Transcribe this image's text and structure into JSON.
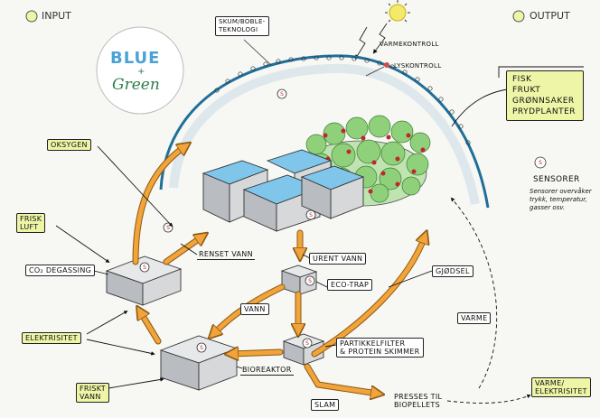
{
  "legend": {
    "input": "INPUT",
    "output": "OUTPUT"
  },
  "logo": {
    "blue": "BLUE",
    "plus": "+",
    "green": "Green"
  },
  "dome_label": [
    "SKUM/BOBLE-",
    "TEKNOLOGI"
  ],
  "controls": {
    "heat": "VARMEKONTROLL",
    "light": "LYSKONTROLL"
  },
  "outputs": [
    "FISK",
    "FRUKT",
    "GRØNNSAKER",
    "PRYDPLANTER"
  ],
  "sensors": {
    "badge": "S",
    "title": "SENSORER",
    "desc": [
      "Sensorer overvåker",
      "trykk, temperatur,",
      "gasser osv."
    ]
  },
  "inputs": {
    "oxygen": "OKSYGEN",
    "fresh_air": [
      "FRISK",
      "LUFT"
    ],
    "electricity": "ELEKTRISITET",
    "fresh_water": [
      "FRISKT",
      "VANN"
    ]
  },
  "nodes": {
    "co2": "CO₂ DEGASSING",
    "clean_water": "RENSET VANN",
    "dirty_water": "URENT VANN",
    "ecotrap": "ECO-TRAP",
    "fertilizer": "GJØDSEL",
    "water": "VANN",
    "heat": "VARME",
    "filter": [
      "PARTIKKELFILTER",
      "& PROTEIN SKIMMER"
    ],
    "bioreactor": "BIOREAKTOR",
    "sludge": "SLAM",
    "pellets": [
      "PRESSES TIL",
      "BIOPELLETS"
    ],
    "heat_elec": [
      "VARME/",
      "ELEKTRISITET"
    ]
  },
  "colors": {
    "arrow": "#f2a33a",
    "arrow_edge": "#8a5a12",
    "water": "#7fc6ea",
    "plant": "#8fd17a",
    "highlight": "#eef5a6"
  }
}
